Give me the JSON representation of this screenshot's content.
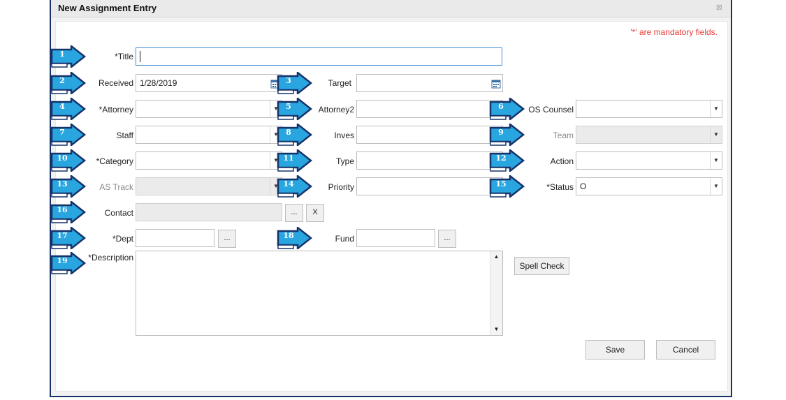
{
  "dialog": {
    "title": "New Assignment Entry",
    "close_icon": "close-icon",
    "mandatory_note": "'*' are mandatory fields."
  },
  "fields": {
    "title": {
      "label": "*Title",
      "value": ""
    },
    "received": {
      "label": "Received",
      "value": "1/28/2019"
    },
    "target": {
      "label": "Target",
      "value": ""
    },
    "attorney": {
      "label": "*Attorney",
      "value": ""
    },
    "attorney2": {
      "label": "Attorney2",
      "value": ""
    },
    "os_counsel": {
      "label": "OS Counsel",
      "value": ""
    },
    "staff": {
      "label": "Staff",
      "value": ""
    },
    "inves": {
      "label": "Inves",
      "value": ""
    },
    "team": {
      "label": "Team",
      "value": ""
    },
    "category": {
      "label": "*Category",
      "value": ""
    },
    "type": {
      "label": "Type",
      "value": ""
    },
    "action": {
      "label": "Action",
      "value": ""
    },
    "as_track": {
      "label": "AS Track",
      "value": ""
    },
    "priority": {
      "label": "Priority",
      "value": ""
    },
    "status": {
      "label": "*Status",
      "value": "O"
    },
    "contact": {
      "label": "Contact",
      "value": "",
      "browse": "...",
      "clear": "X"
    },
    "dept": {
      "label": "*Dept",
      "value": "",
      "browse": "..."
    },
    "fund": {
      "label": "Fund",
      "value": "",
      "browse": "..."
    },
    "description": {
      "label": "*Description",
      "value": ""
    }
  },
  "buttons": {
    "spell_check": "Spell Check",
    "save": "Save",
    "cancel": "Cancel"
  },
  "callouts": [
    "1",
    "2",
    "3",
    "4",
    "5",
    "6",
    "7",
    "8",
    "9",
    "10",
    "11",
    "12",
    "13",
    "14",
    "15",
    "16",
    "17",
    "18",
    "19"
  ],
  "colors": {
    "callout_fill": "#29a6e0",
    "callout_border": "#16336a",
    "mandatory_note": "#e53935",
    "focus_border": "#3b8bd6"
  }
}
